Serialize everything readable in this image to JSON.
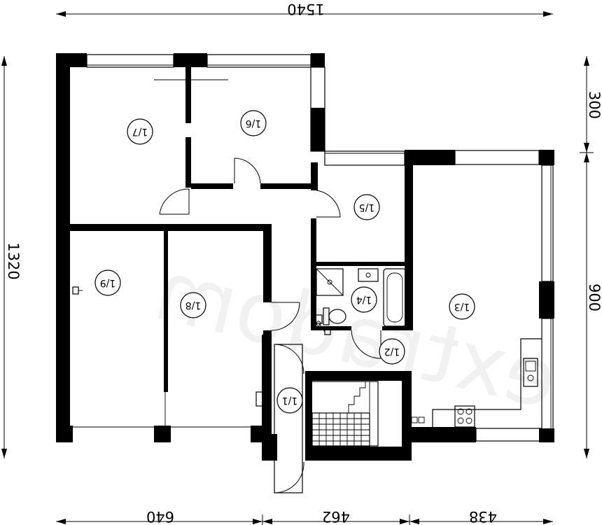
{
  "watermark": "extradom",
  "dimensions": {
    "top_total": "1540",
    "bottom_left": "640",
    "bottom_mid": "462",
    "bottom_right": "438",
    "left_total": "1320",
    "right_upper": "300",
    "right_lower": "900"
  },
  "rooms": [
    {
      "id": "1/1",
      "label": "1/1"
    },
    {
      "id": "1/2",
      "label": "1/2"
    },
    {
      "id": "1/3",
      "label": "1/3"
    },
    {
      "id": "1/4",
      "label": "1/4"
    },
    {
      "id": "1/5",
      "label": "1/5"
    },
    {
      "id": "1/6",
      "label": "1/6"
    },
    {
      "id": "1/7",
      "label": "1/7"
    },
    {
      "id": "1/8",
      "label": "1/8"
    },
    {
      "id": "1/9",
      "label": "1/9"
    }
  ]
}
